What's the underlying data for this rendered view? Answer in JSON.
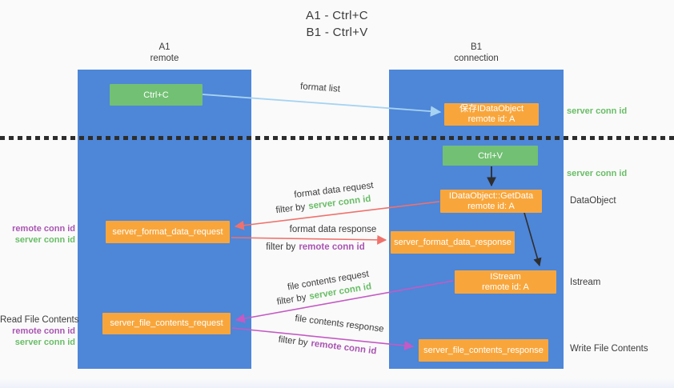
{
  "title": {
    "line1": "A1 - Ctrl+C",
    "line2": "B1 - Ctrl+V"
  },
  "lifelines": {
    "a1": {
      "name": "A1",
      "role": "remote"
    },
    "b1": {
      "name": "B1",
      "role": "connection"
    }
  },
  "nodes": {
    "ctrl_c": "Ctrl+C",
    "ctrl_v": "Ctrl+V",
    "save_dataobject": {
      "line1": "保存IDataObject",
      "line2": "remote id: A"
    },
    "getdata": {
      "line1": "IDataObject::GetData",
      "line2": "remote id: A"
    },
    "istream": {
      "line1": "IStream",
      "line2": "remote id: A"
    },
    "format_request": "server_format_data_request",
    "format_response": "server_format_data_response",
    "file_request": "server_file_contents_request",
    "file_response": "server_file_contents_response"
  },
  "annotations": {
    "right": {
      "server_conn_id_top": "server conn id",
      "server_conn_id_mid": "server conn id",
      "dataobject": "DataObject",
      "istream": "Istream",
      "write_file_contents": "Write File Contents"
    },
    "left": {
      "format": {
        "remote_conn_id": "remote conn id",
        "server_conn_id": "server conn id"
      },
      "file": {
        "title": "Read File Contents",
        "remote_conn_id": "remote conn id",
        "server_conn_id": "server conn id"
      }
    }
  },
  "messages": {
    "format_list": {
      "label": "format list"
    },
    "format_data_request": {
      "label": "format data request",
      "filter_prefix": "filter by",
      "filter_key": "server conn id"
    },
    "format_data_response": {
      "label": "format data response",
      "filter_prefix": "filter by",
      "filter_key": "remote conn id"
    },
    "file_contents_request": {
      "label": "file contents request",
      "filter_prefix": "filter by",
      "filter_key": "server conn id"
    },
    "file_contents_response": {
      "label": "file contents response",
      "filter_prefix": "filter by",
      "filter_key": "remote conn id"
    }
  },
  "colors": {
    "lifeline_blue": "#4e86d8",
    "action_green": "#72c073",
    "message_orange": "#f8a63c",
    "arrow_blue": "#a6d3f2",
    "arrow_red": "#f0716b",
    "arrow_magenta": "#c45ac4",
    "arrow_black": "#2e2e2e",
    "key_server_green": "#69bd67",
    "key_remote_purple": "#a955b2",
    "text_dark": "#3b3b3b",
    "background": "#fafafa"
  }
}
